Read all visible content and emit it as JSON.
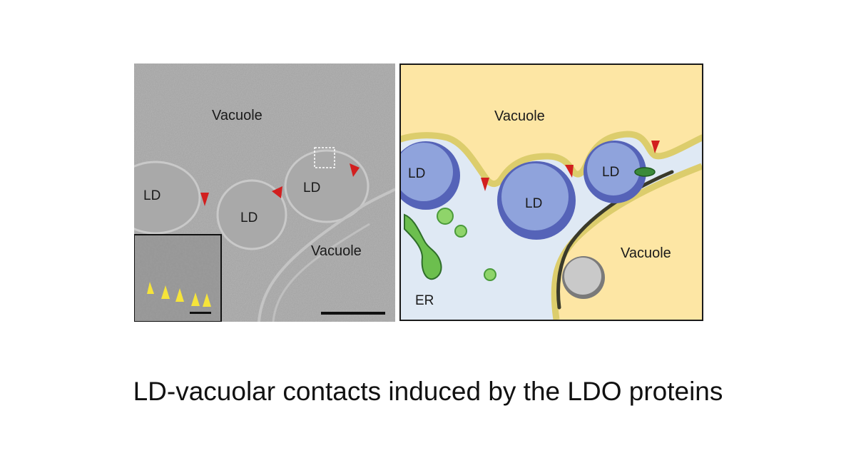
{
  "tomogram_panel": {
    "labels": {
      "vacuole_top": "Vacuole",
      "vacuole_bottom": "Vacuole",
      "ld_1": "LD",
      "ld_2": "LD",
      "ld_3": "LD"
    }
  },
  "segmentation_panel": {
    "labels": {
      "vacuole_top": "Vacuole",
      "vacuole_right": "Vacuole",
      "ld_1": "LD",
      "ld_2": "LD",
      "ld_3": "LD",
      "er": "ER"
    }
  },
  "colors": {
    "vacuole": "#fde6a4",
    "cytoplasm": "#dfe9f4",
    "lipid_droplet": "#8fa3dc",
    "membrane": "#dccd6c",
    "arrowhead_red": "#d21f1f",
    "arrowhead_yellow": "#f6e43a",
    "er": "#8fd46a"
  },
  "caption": "LD-vacuolar contacts induced by the LDO proteins"
}
